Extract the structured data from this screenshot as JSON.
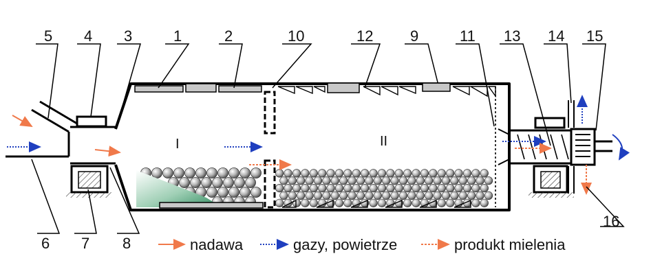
{
  "labels": {
    "n1": "1",
    "n2": "2",
    "n3": "3",
    "n4": "4",
    "n5": "5",
    "n6": "6",
    "n7": "7",
    "n8": "8",
    "n9": "9",
    "n10": "10",
    "n11": "11",
    "n12": "12",
    "n13": "13",
    "n14": "14",
    "n15": "15",
    "n16": "16"
  },
  "chambers": {
    "first": "I",
    "second": "II"
  },
  "legend": {
    "feed": "nadawa",
    "gas": "gazy, powietrze",
    "product": "produkt mielenia"
  },
  "colors": {
    "feed": "#f0794a",
    "gas": "#1f3fbf",
    "product": "#f0794a",
    "charge_green": "#2f8a5e",
    "liner": "#c8c8c8",
    "outline": "#000000"
  }
}
